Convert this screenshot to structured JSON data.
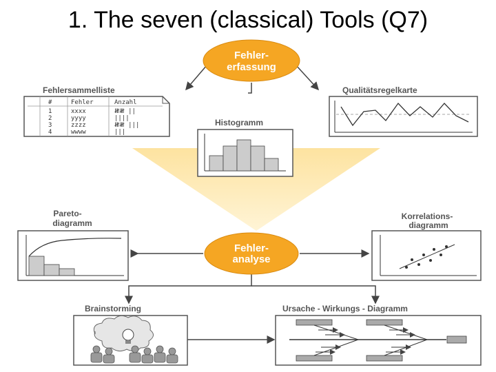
{
  "title": "1. The seven (classical) Tools (Q7)",
  "top_oval": {
    "line1": "Fehler-",
    "line2": "erfassung"
  },
  "center_oval": {
    "line1": "Fehler-",
    "line2": "analyse"
  },
  "tools": {
    "fehlersammelliste": "Fehlersammelliste",
    "qualitaetsregelkarte": "Qualitätsregelkarte",
    "histogramm": "Histogramm",
    "pareto": {
      "line1": "Pareto-",
      "line2": "diagramm"
    },
    "korrelation": {
      "line1": "Korrelations-",
      "line2": "diagramm"
    },
    "brainstorming": "Brainstorming",
    "ursache_wirkung": "Ursache - Wirkungs - Diagramm"
  },
  "tally_sheet": {
    "headers": [
      "#",
      "Fehler",
      "Anzahl"
    ],
    "rows": [
      {
        "num": "1",
        "fehler": "xxxx",
        "anzahl": "𝍸𝍸 ||"
      },
      {
        "num": "2",
        "fehler": "yyyy",
        "anzahl": "||||"
      },
      {
        "num": "3",
        "fehler": "zzzz",
        "anzahl": "𝍸𝍸 |||"
      },
      {
        "num": "4",
        "fehler": "wwww",
        "anzahl": "|||"
      }
    ]
  },
  "colors": {
    "oval_orange": "#f5a623",
    "funnel_yellow": "#fde9b0",
    "panel_border": "#555555"
  }
}
